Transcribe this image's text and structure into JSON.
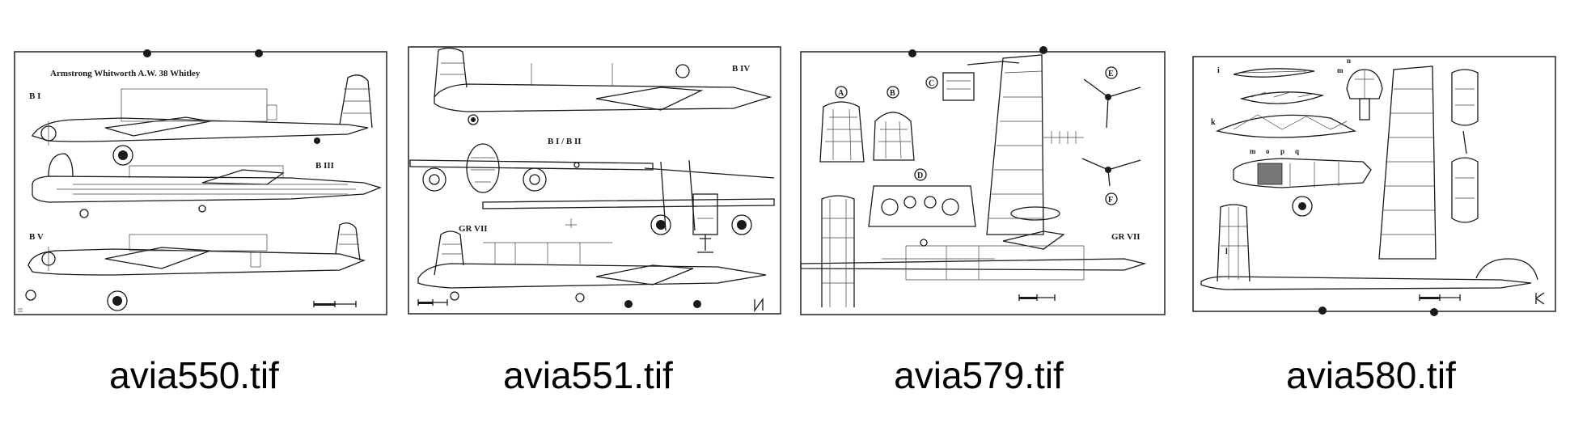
{
  "thumbnails": [
    {
      "caption": "avia550.tif",
      "sheet_title": "Armstrong Whitworth A.W. 38 Whitley",
      "labels": [
        "B I",
        "B III",
        "B V"
      ]
    },
    {
      "caption": "avia551.tif",
      "labels": [
        "B IV",
        "B I / B II",
        "GR VII"
      ]
    },
    {
      "caption": "avia579.tif",
      "labels": [
        "A",
        "B",
        "C",
        "D",
        "E",
        "F",
        "GR VII"
      ]
    },
    {
      "caption": "avia580.tif",
      "labels": [
        "i",
        "k",
        "l",
        "m",
        "n",
        "o",
        "p",
        "q"
      ]
    }
  ]
}
